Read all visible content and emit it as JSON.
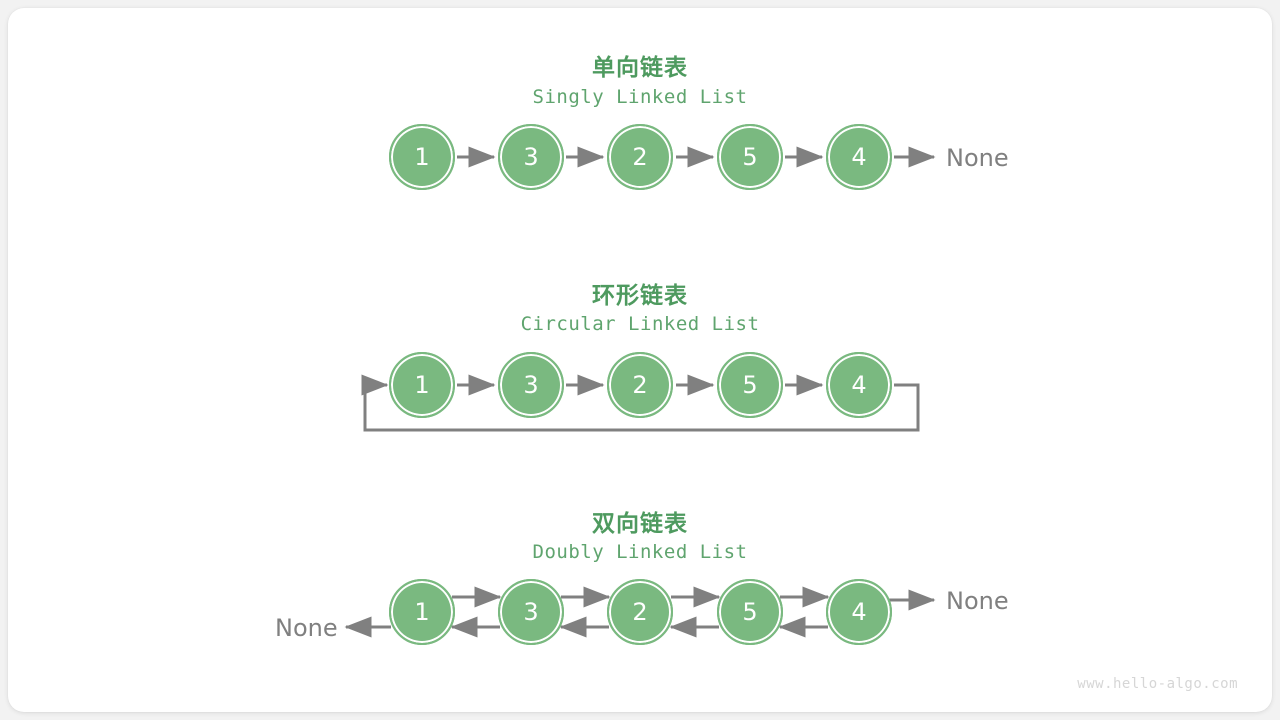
{
  "watermark": "www.hello-algo.com",
  "colors": {
    "node_fill": "#7ab980",
    "node_ring": "#7ab980",
    "title_cn": "#4e9a5f",
    "title_en": "#5fa46e",
    "arrow": "#808080",
    "none_text": "#808080",
    "card_bg": "#ffffff",
    "page_bg": "#f2f2f2",
    "watermark": "#d6d6d6"
  },
  "diagrams": [
    {
      "id": "singly",
      "title_cn": "单向链表",
      "title_en": "Singly Linked List",
      "nodes": [
        "1",
        "3",
        "2",
        "5",
        "4"
      ],
      "tail_label": "None",
      "head_label": null
    },
    {
      "id": "circular",
      "title_cn": "环形链表",
      "title_en": "Circular Linked List",
      "nodes": [
        "1",
        "3",
        "2",
        "5",
        "4"
      ],
      "tail_label": null,
      "head_label": null
    },
    {
      "id": "doubly",
      "title_cn": "双向链表",
      "title_en": "Doubly Linked List",
      "nodes": [
        "1",
        "3",
        "2",
        "5",
        "4"
      ],
      "tail_label": "None",
      "head_label": "None"
    }
  ]
}
